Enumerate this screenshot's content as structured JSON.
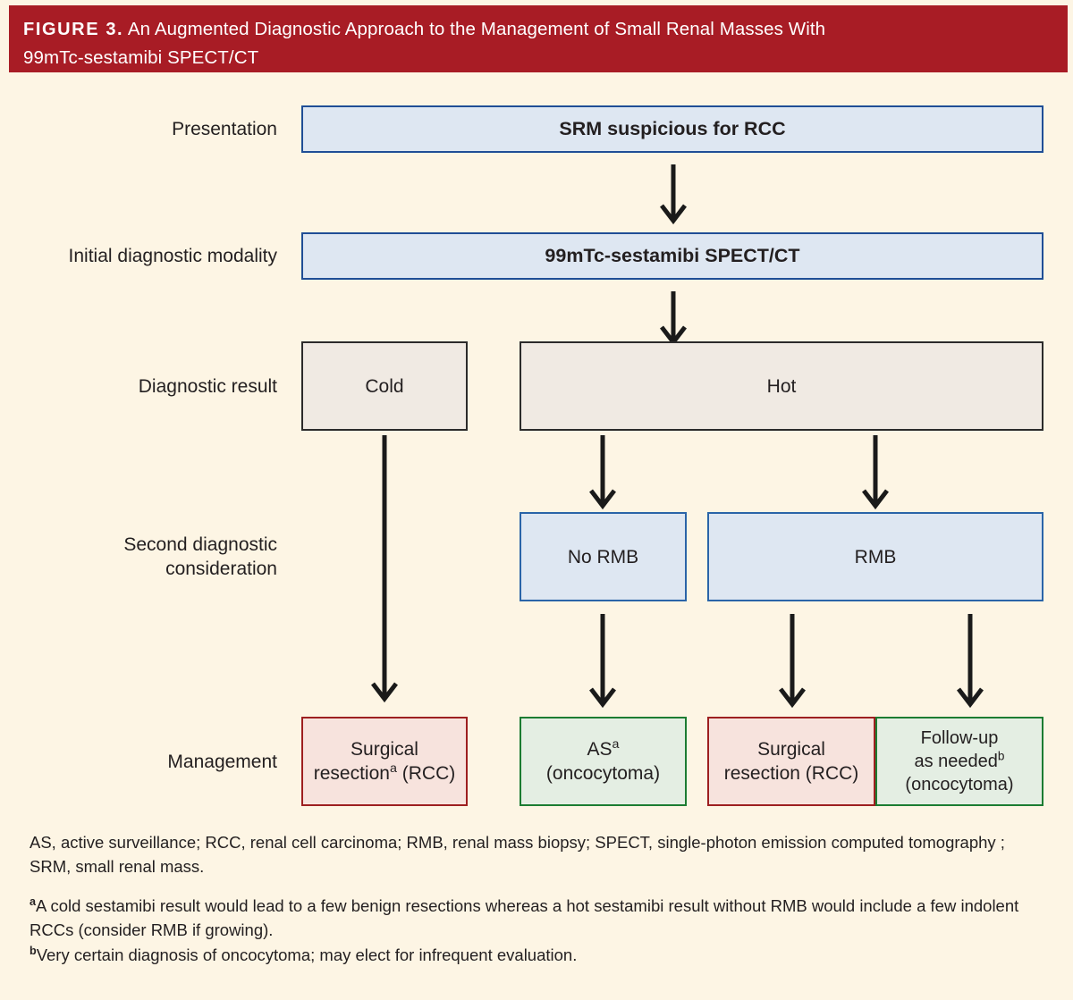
{
  "header": {
    "figure_label": "FIGURE 3.",
    "title_line1": "An Augmented Diagnostic Approach to the Management of Small Renal Masses With",
    "title_line2": "99mTc-sestamibi SPECT/CT",
    "background_color": "#A81C25",
    "text_color": "#FFFFFF"
  },
  "canvas": {
    "background_color": "#FDF5E4"
  },
  "row_labels": {
    "presentation": "Presentation",
    "initial_modality": "Initial diagnostic modality",
    "diagnostic_result": "Diagnostic result",
    "second_consideration": "Second diagnostic\nconsideration",
    "management": "Management"
  },
  "boxes": {
    "srm": {
      "label": "SRM suspicious for RCC",
      "fill": "#DEE7F2",
      "border": "#1F4E96"
    },
    "spect": {
      "label": "99mTc-sestamibi SPECT/CT",
      "fill": "#DEE7F2",
      "border": "#1F4E96"
    },
    "cold": {
      "label": "Cold",
      "fill": "#F0EAE3",
      "border": "#2B2B2B"
    },
    "hot": {
      "label": "Hot",
      "fill": "#F0EAE3",
      "border": "#2B2B2B"
    },
    "no_rmb": {
      "label": "No RMB",
      "fill": "#DEE7F2",
      "border": "#2A64A8"
    },
    "rmb": {
      "label": "RMB",
      "fill": "#DEE7F2",
      "border": "#2A64A8"
    },
    "mgmt_surgical_cold_l1": "Surgical",
    "mgmt_surgical_cold_l2_pre": "resection",
    "mgmt_surgical_cold_l2_sup": "a",
    "mgmt_surgical_cold_l2_post": " (RCC)",
    "mgmt_as_l1_pre": "AS",
    "mgmt_as_l1_sup": "a",
    "mgmt_as_l2": "(oncocytoma)",
    "mgmt_surgical_rmb_l1": "Surgical",
    "mgmt_surgical_rmb_l2": "resection (RCC)",
    "mgmt_followup_l1": "Follow-up",
    "mgmt_followup_l2_pre": "as needed",
    "mgmt_followup_l2_sup": "b",
    "mgmt_followup_l3": "(oncocytoma)"
  },
  "footnotes": {
    "abbreviations": "AS, active surveillance; RCC, renal cell carcinoma; RMB, renal mass biopsy; SPECT, single-photon emission computed tomography ; SRM, small renal mass.",
    "note_a_marker": "a",
    "note_a_text": "A cold sestamibi result would lead to a few benign resections whereas a hot sestamibi result without RMB would include a few indolent RCCs (consider RMB if growing).",
    "note_b_marker": "b",
    "note_b_text": "Very certain diagnosis of oncocytoma; may elect for infrequent evaluation."
  },
  "arrow_color": "#1A1A1A"
}
